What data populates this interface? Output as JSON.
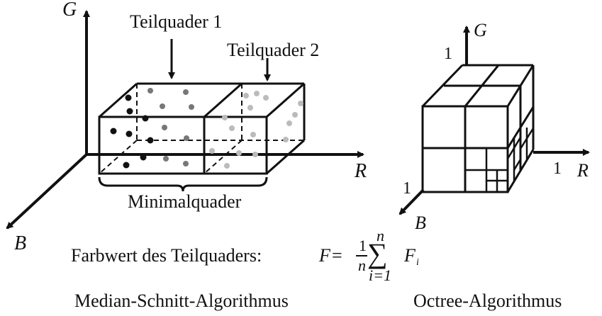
{
  "median_cut": {
    "axes": {
      "g": "G",
      "r": "R",
      "b": "B"
    },
    "label_sub1": "Teilquader 1",
    "label_sub2": "Teilquader 2",
    "label_min": "Minimalquader",
    "caption": "Median-Schnitt-Algorithmus",
    "colors": {
      "dark": "#111111",
      "mid": "#777777",
      "light": "#bbbbbb"
    }
  },
  "octree": {
    "axes": {
      "g": "G",
      "r": "R",
      "b": "B"
    },
    "tick_g": "1",
    "tick_r": "1",
    "tick_b": "1",
    "caption": "Octree-Algorithmus"
  },
  "formula": {
    "prefix": "Farbwert des Teilquaders:",
    "lhs": "F",
    "eq": "=",
    "frac_num": "1",
    "frac_den": "n",
    "sum": "∑",
    "sum_upper": "n",
    "sum_lower": "i=1",
    "term": "F",
    "term_sub": "i"
  }
}
